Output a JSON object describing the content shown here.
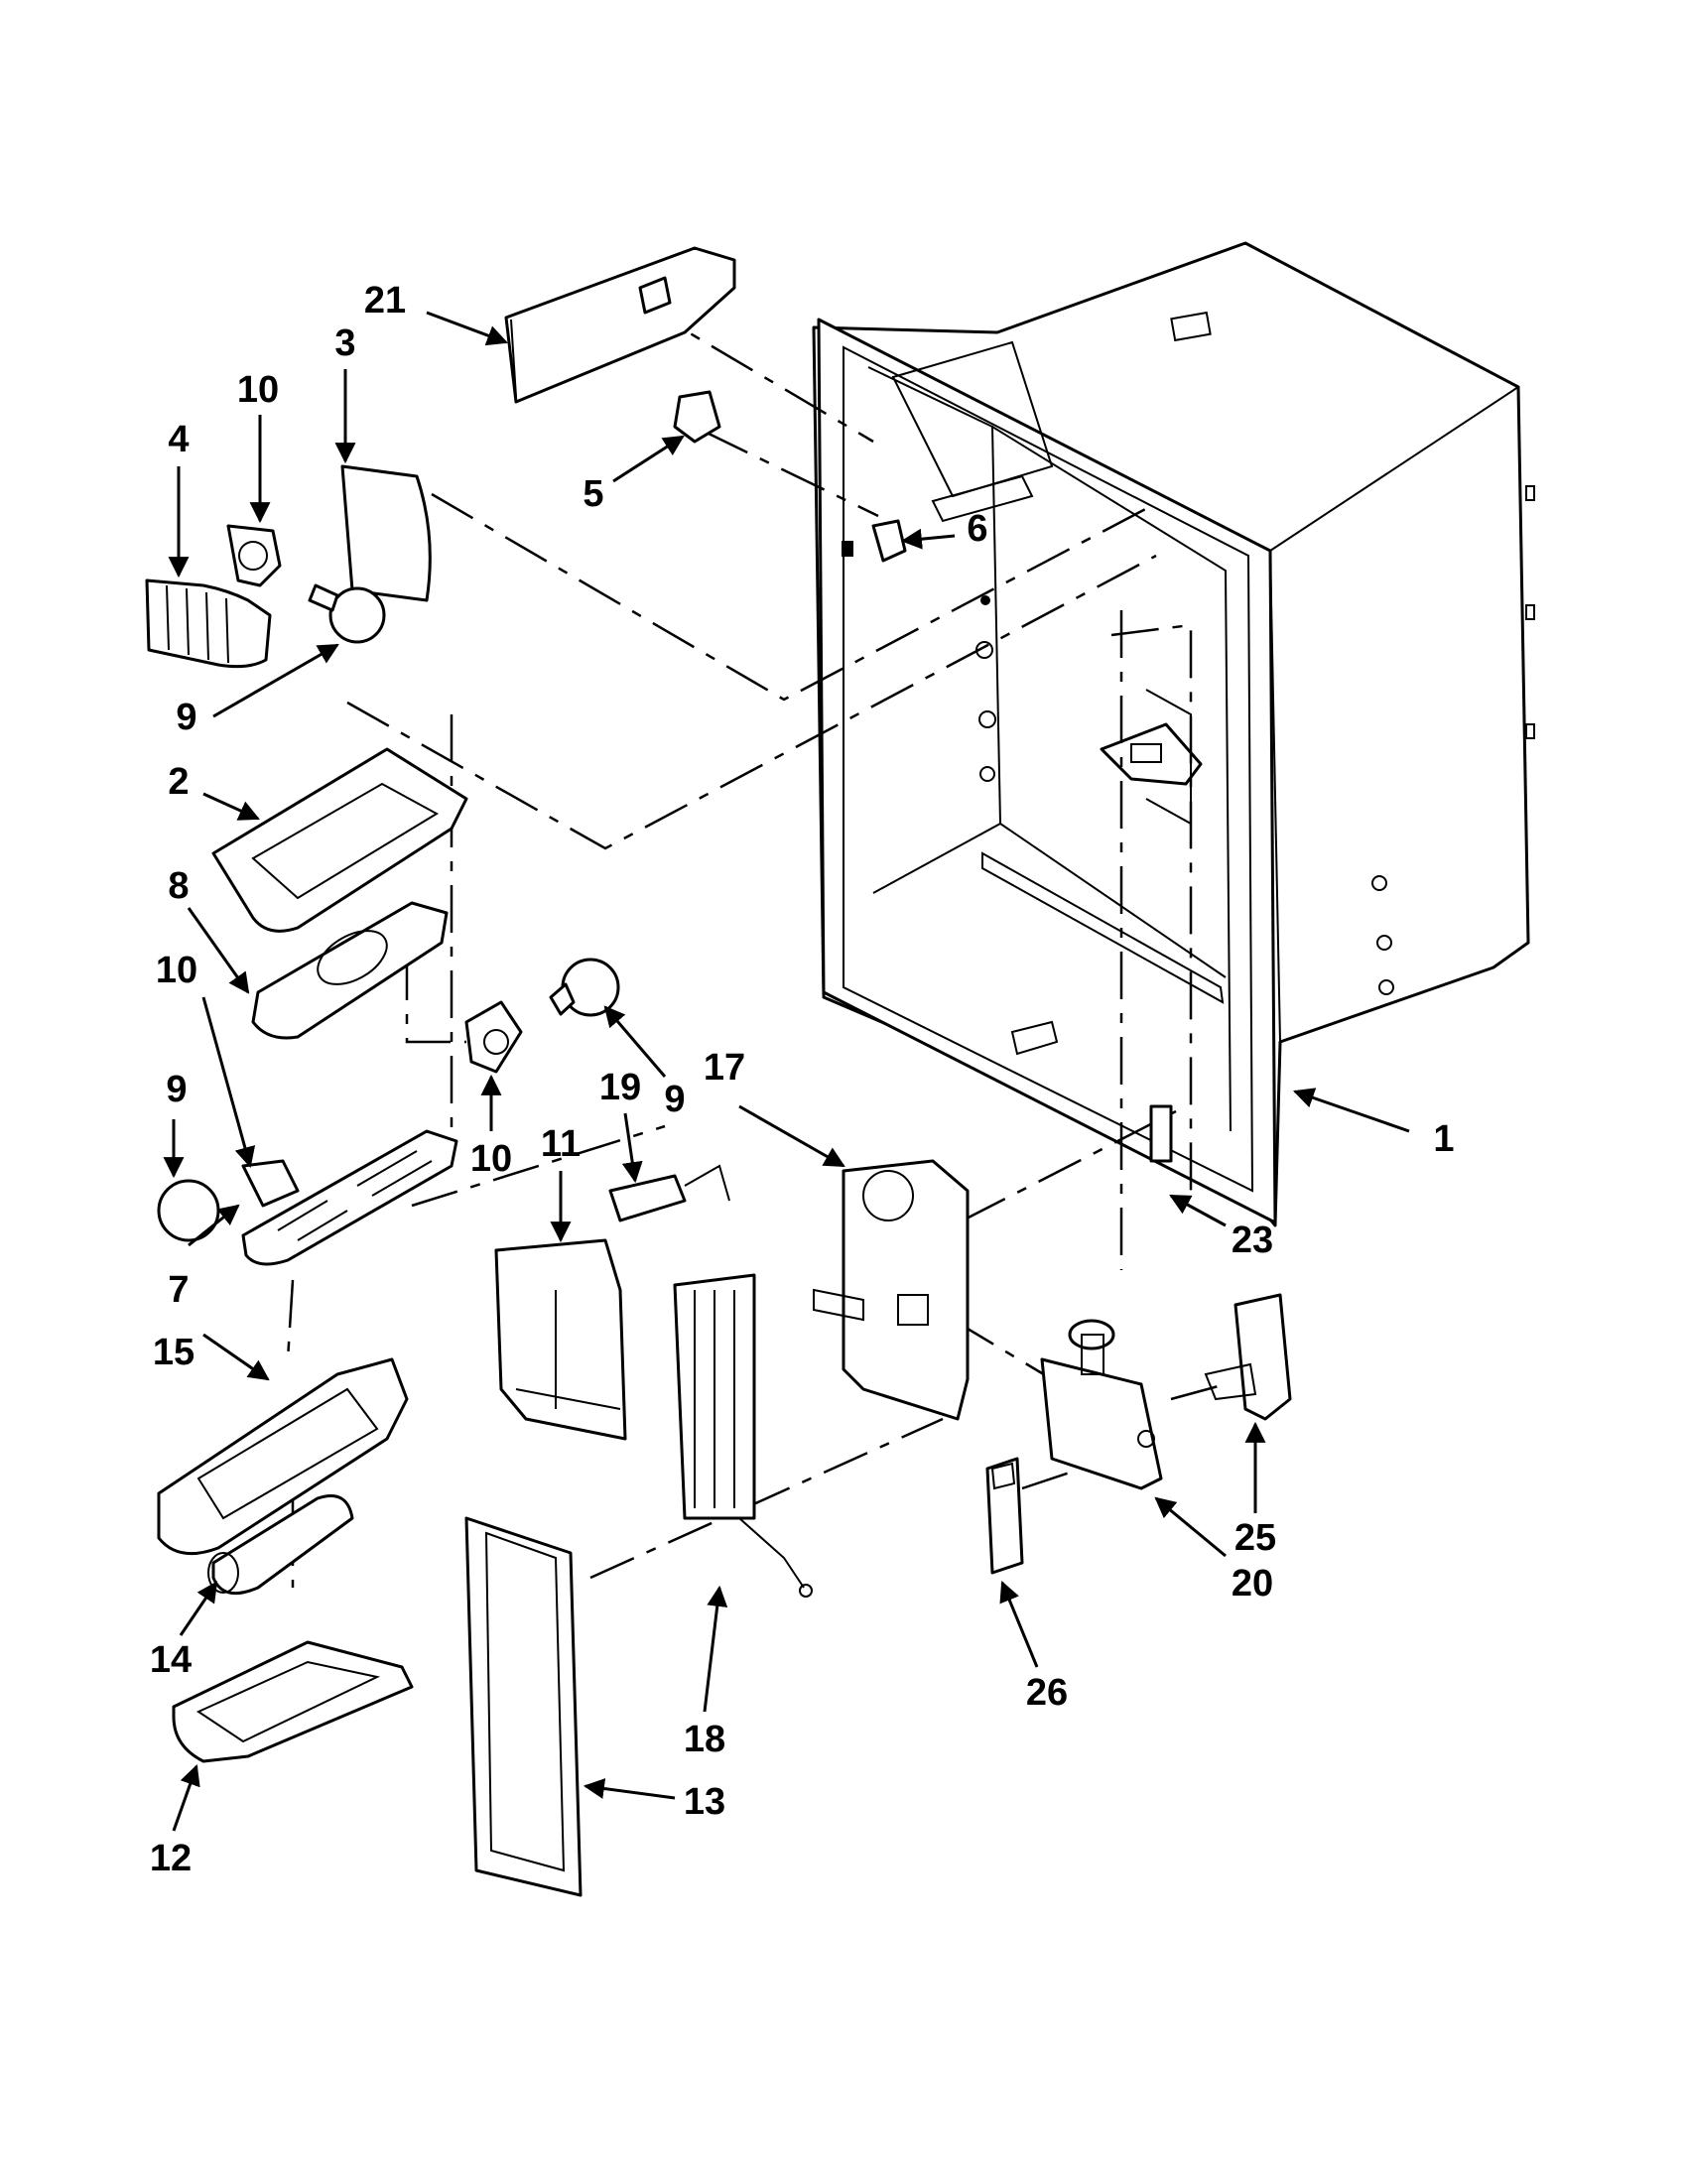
{
  "diagram": {
    "callouts": {
      "c1": "1",
      "c2": "2",
      "c3": "3",
      "c4": "4",
      "c5": "5",
      "c6": "6",
      "c7": "7",
      "c8": "8",
      "c9a": "9",
      "c9b": "9",
      "c9c": "9",
      "c10a": "10",
      "c10b": "10",
      "c10c": "10",
      "c11": "11",
      "c12": "12",
      "c13": "13",
      "c14": "14",
      "c15": "15",
      "c17": "17",
      "c18": "18",
      "c19": "19",
      "c20": "20",
      "c21": "21",
      "c23": "23",
      "c25": "25",
      "c26": "26"
    }
  }
}
